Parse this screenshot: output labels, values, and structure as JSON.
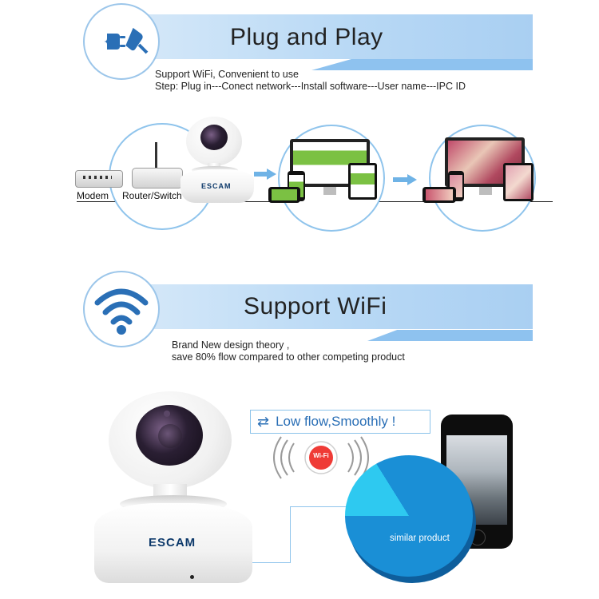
{
  "section1": {
    "title": "Plug and  Play",
    "desc_line1": "Support WiFi, Convenient to use",
    "desc_line2": "Step: Plug in---Conect network---Install software---User name---IPC ID",
    "icon": "plug-icon",
    "labels": {
      "modem": "Modem",
      "router": "Router/Switch"
    },
    "camera_logo": "ESCAM"
  },
  "section2": {
    "title": "Support  WiFi",
    "desc_line1": "Brand New design theory ,",
    "desc_line2": "save 80% flow compared to other competing product",
    "icon": "wifi-icon",
    "flow_text": "Low flow,Smoothly !",
    "wifi_badge": "Wi-Fi",
    "pie_label": "similar product",
    "camera_logo": "ESCAM"
  },
  "colors": {
    "banner": "#b9d9f5",
    "accent": "#2a6fb6",
    "ring": "#8fc4ec",
    "pie_blue": "#1a8fd6",
    "pie_cyan": "#2ec9f0",
    "logo": "#0e3a6b"
  }
}
